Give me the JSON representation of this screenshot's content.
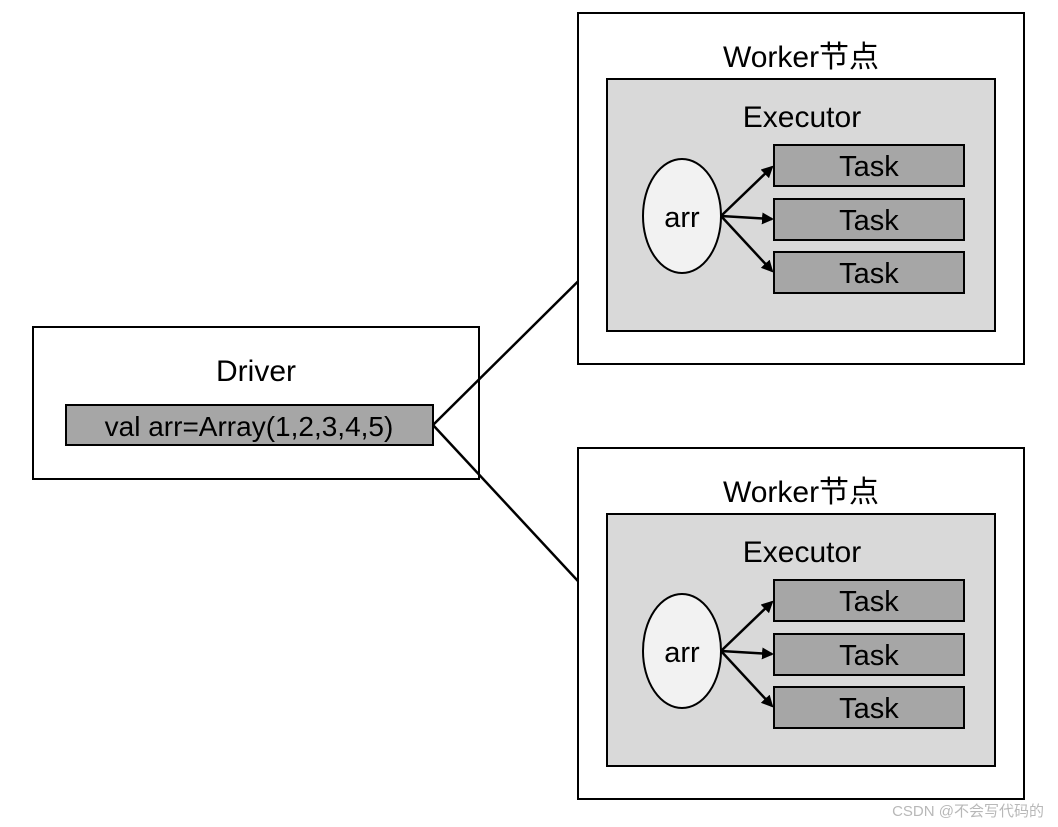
{
  "driver": {
    "title": "Driver",
    "code": "val arr=Array(1,2,3,4,5)"
  },
  "workers": [
    {
      "title": "Worker节点",
      "executor": {
        "title": "Executor",
        "variable": "arr",
        "tasks": [
          "Task",
          "Task",
          "Task"
        ]
      }
    },
    {
      "title": "Worker节点",
      "executor": {
        "title": "Executor",
        "variable": "arr",
        "tasks": [
          "Task",
          "Task",
          "Task"
        ]
      }
    }
  ],
  "watermark": "CSDN @不会写代码的",
  "colors": {
    "line": "#000000",
    "executor_fill": "#d9d9d9",
    "task_fill": "#a6a6a6",
    "code_fill": "#a6a6a6",
    "ellipse_fill": "#f2f2f2",
    "box_fill": "#ffffff"
  }
}
